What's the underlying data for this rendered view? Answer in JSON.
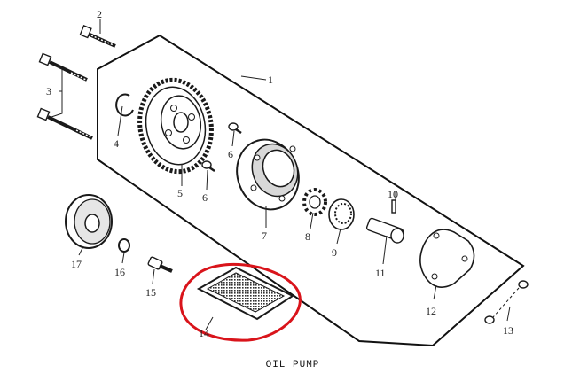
{
  "diagram": {
    "title": "OIL PUMP",
    "highlight_color": "#d9141b",
    "callouts": [
      {
        "id": "c1",
        "label": "1"
      },
      {
        "id": "c2",
        "label": "2"
      },
      {
        "id": "c3",
        "label": "3"
      },
      {
        "id": "c4",
        "label": "4"
      },
      {
        "id": "c5",
        "label": "5"
      },
      {
        "id": "c6a",
        "label": "6"
      },
      {
        "id": "c6b",
        "label": "6"
      },
      {
        "id": "c7",
        "label": "7"
      },
      {
        "id": "c8",
        "label": "8"
      },
      {
        "id": "c9",
        "label": "9"
      },
      {
        "id": "c10",
        "label": "10"
      },
      {
        "id": "c11",
        "label": "11"
      },
      {
        "id": "c12",
        "label": "12"
      },
      {
        "id": "c13",
        "label": "13"
      },
      {
        "id": "c14",
        "label": "14"
      },
      {
        "id": "c15",
        "label": "15"
      },
      {
        "id": "c16",
        "label": "16"
      },
      {
        "id": "c17",
        "label": "17"
      }
    ]
  }
}
